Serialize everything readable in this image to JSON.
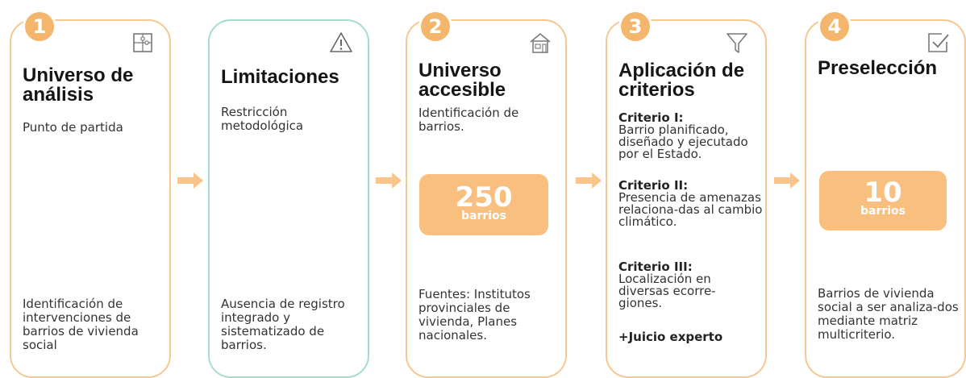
{
  "colors": {
    "accent": "#f4b66c",
    "pill": "#f8bf7e",
    "teal": "#a7dccb"
  },
  "steps": [
    {
      "badge": "1",
      "icon": "puzzle-icon",
      "title": "Universo de análisis",
      "subtitle": "Punto de partida",
      "bottom": "Identificación de intervenciones de barrios de vivienda social"
    },
    {
      "badge": "",
      "icon": "warning-icon",
      "title": "Limitaciones",
      "subtitle": "Restricción metodológica",
      "bottom": "Ausencia de registro integrado y sistematizado de barrios."
    },
    {
      "badge": "2",
      "icon": "house-icon",
      "title": "Universo accesible",
      "subtitle": "Identificación de barrios.",
      "count": "250",
      "count_unit": "barrios",
      "bottom": "Fuentes: Institutos provinciales de vivienda, Planes nacionales."
    },
    {
      "badge": "3",
      "icon": "filter-icon",
      "title": "Aplicación de criterios",
      "criteria": [
        {
          "label": "Criterio I:",
          "text": "Barrio planificado, diseñado y ejecutado por el Estado."
        },
        {
          "label": "Criterio II:",
          "text": "Presencia de amenazas relaciona-das al cambio climático."
        },
        {
          "label": "Criterio III:",
          "text": "Localización en diversas ecorre-giones."
        }
      ],
      "extra": "+Juicio experto"
    },
    {
      "badge": "4",
      "icon": "checkbox-icon",
      "title": "Preselección",
      "count": "10",
      "count_unit": "barrios",
      "bottom": "Barrios de vivienda social a ser analiza-dos mediante matriz multicriterio."
    }
  ]
}
